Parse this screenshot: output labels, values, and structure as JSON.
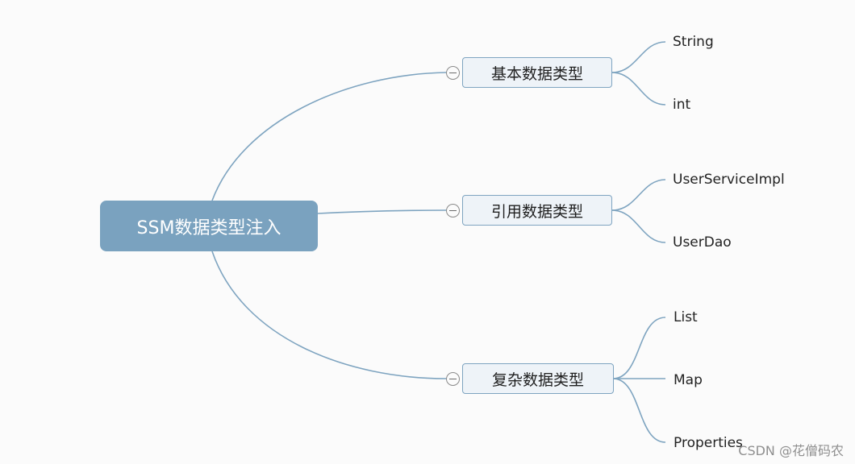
{
  "mindmap": {
    "root": "SSM数据类型注入",
    "branches": [
      {
        "label": "基本数据类型",
        "children": [
          "String",
          "int"
        ]
      },
      {
        "label": "引用数据类型",
        "children": [
          "UserServiceImpl",
          "UserDao"
        ]
      },
      {
        "label": "复杂数据类型",
        "children": [
          "List",
          "Map",
          "Properties"
        ]
      }
    ]
  },
  "watermark": "CSDN @花僧码农",
  "colors": {
    "root_fill": "#7aa2bf",
    "branch_fill": "#eef3f8",
    "branch_border": "#7ea4c0",
    "connector": "#7ea4c0",
    "background": "#fbfbfb"
  }
}
